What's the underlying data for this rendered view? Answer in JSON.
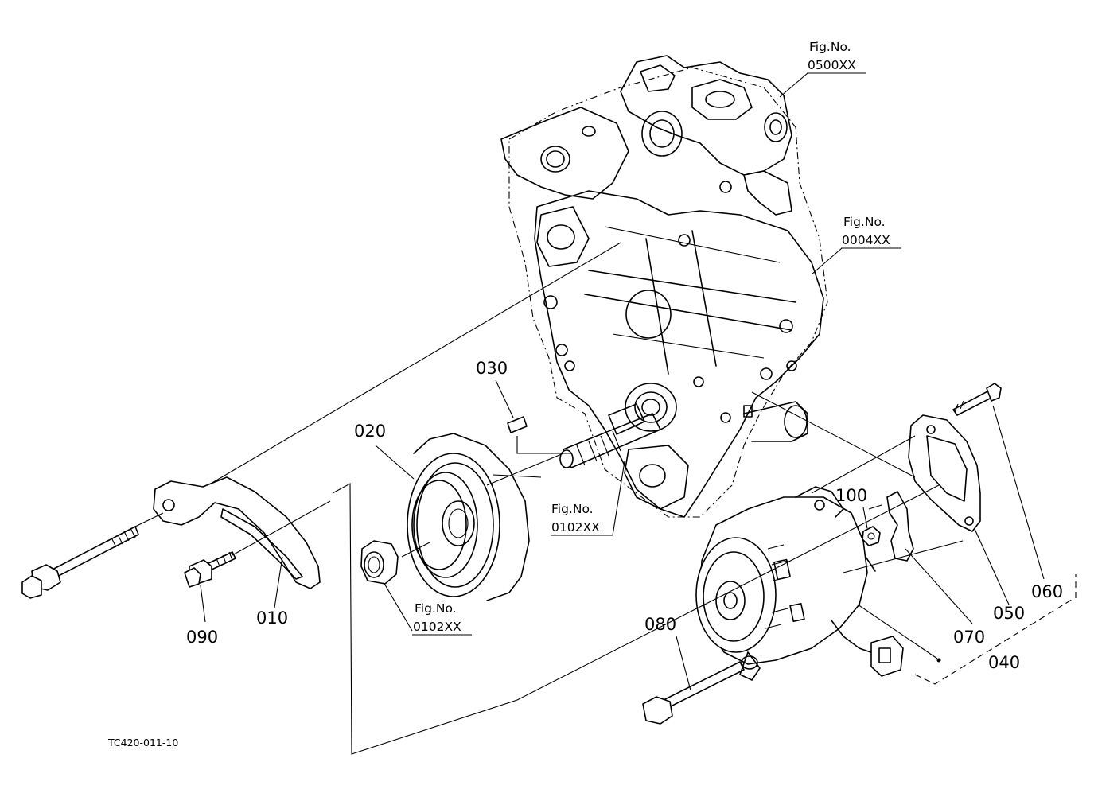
{
  "drawing_code": "TC420-011-10",
  "callouts": {
    "p010": "010",
    "p020": "020",
    "p030": "030",
    "p040": "040",
    "p050": "050",
    "p060": "060",
    "p070": "070",
    "p080": "080",
    "p090": "090",
    "p100": "100"
  },
  "fig_refs": {
    "f0500": {
      "caption": "Fig.No.",
      "number": "0500XX"
    },
    "f0004": {
      "caption": "Fig.No.",
      "number": "0004XX"
    },
    "f0102a": {
      "caption": "Fig.No.",
      "number": "0102XX"
    },
    "f0102b": {
      "caption": "Fig.No.",
      "number": "0102XX"
    }
  }
}
